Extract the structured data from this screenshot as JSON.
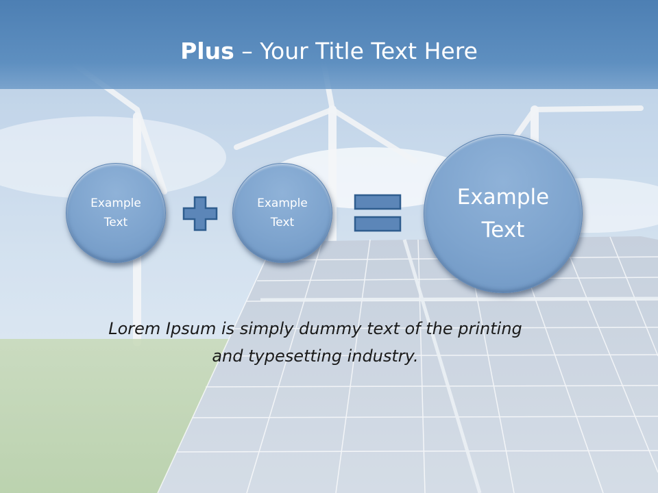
{
  "title": {
    "bold": "Plus",
    "rest": " – Your Title Text Here"
  },
  "circles": {
    "first": "Example\nText",
    "second": "Example\nText",
    "result": "Example\nText"
  },
  "operators": {
    "plus_icon": "plus-icon",
    "equals_icon": "equals-icon"
  },
  "caption": "Lorem Ipsum is simply dummy text of the printing\nand typesetting industry.",
  "colors": {
    "title_band": "#5a8bbe",
    "circle_fill": "#7ea4ce",
    "operator_fill": "#5c86b8",
    "operator_stroke": "#2f5d8e"
  }
}
